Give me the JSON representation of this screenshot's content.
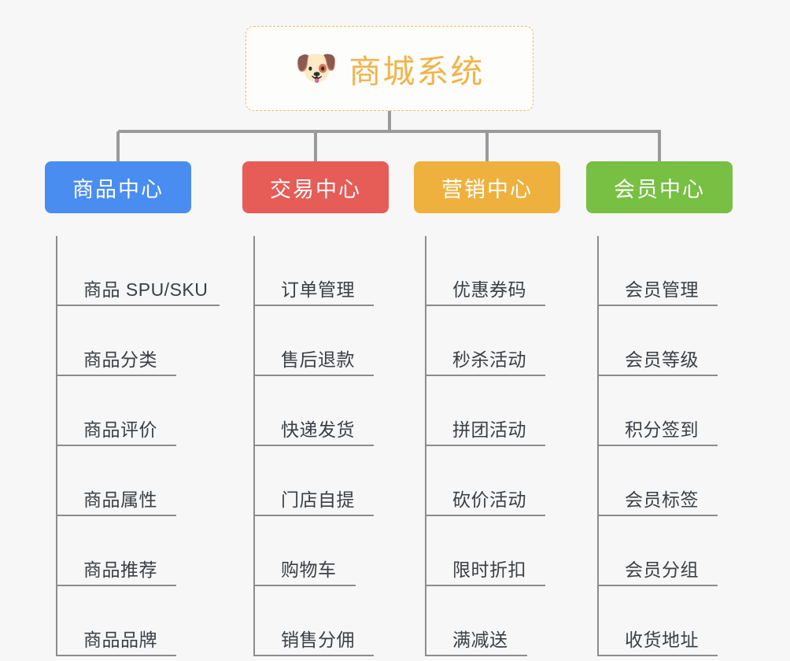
{
  "diagram": {
    "title": "商城系统",
    "background_color": "#f7f7f7",
    "root": {
      "label": "商城系统",
      "icon": "shiba-dog-face-emoji",
      "emoji": "🐶",
      "text_color": "#f0b44a",
      "border_color": "#e9c06a",
      "background_color": "#fdfdfb",
      "border_style": "dashed"
    },
    "connector_color": "#9a9a9a",
    "leaf_rule_color": "#8c8c8c",
    "leaf_text_color": "#3a3f45",
    "columns": [
      {
        "header": "商品中心",
        "color": "#4a8df0",
        "items": [
          "商品 SPU/SKU",
          "商品分类",
          "商品评价",
          "商品属性",
          "商品推荐",
          "商品品牌"
        ]
      },
      {
        "header": "交易中心",
        "color": "#e65c57",
        "items": [
          "订单管理",
          "售后退款",
          "快递发货",
          "门店自提",
          "购物车",
          "销售分佣"
        ]
      },
      {
        "header": "营销中心",
        "color": "#efb13e",
        "items": [
          "优惠券码",
          "秒杀活动",
          "拼团活动",
          "砍价活动",
          "限时折扣",
          "满减送"
        ]
      },
      {
        "header": "会员中心",
        "color": "#77c043",
        "items": [
          "会员管理",
          "会员等级",
          "积分签到",
          "会员标签",
          "会员分组",
          "收货地址"
        ]
      }
    ]
  }
}
